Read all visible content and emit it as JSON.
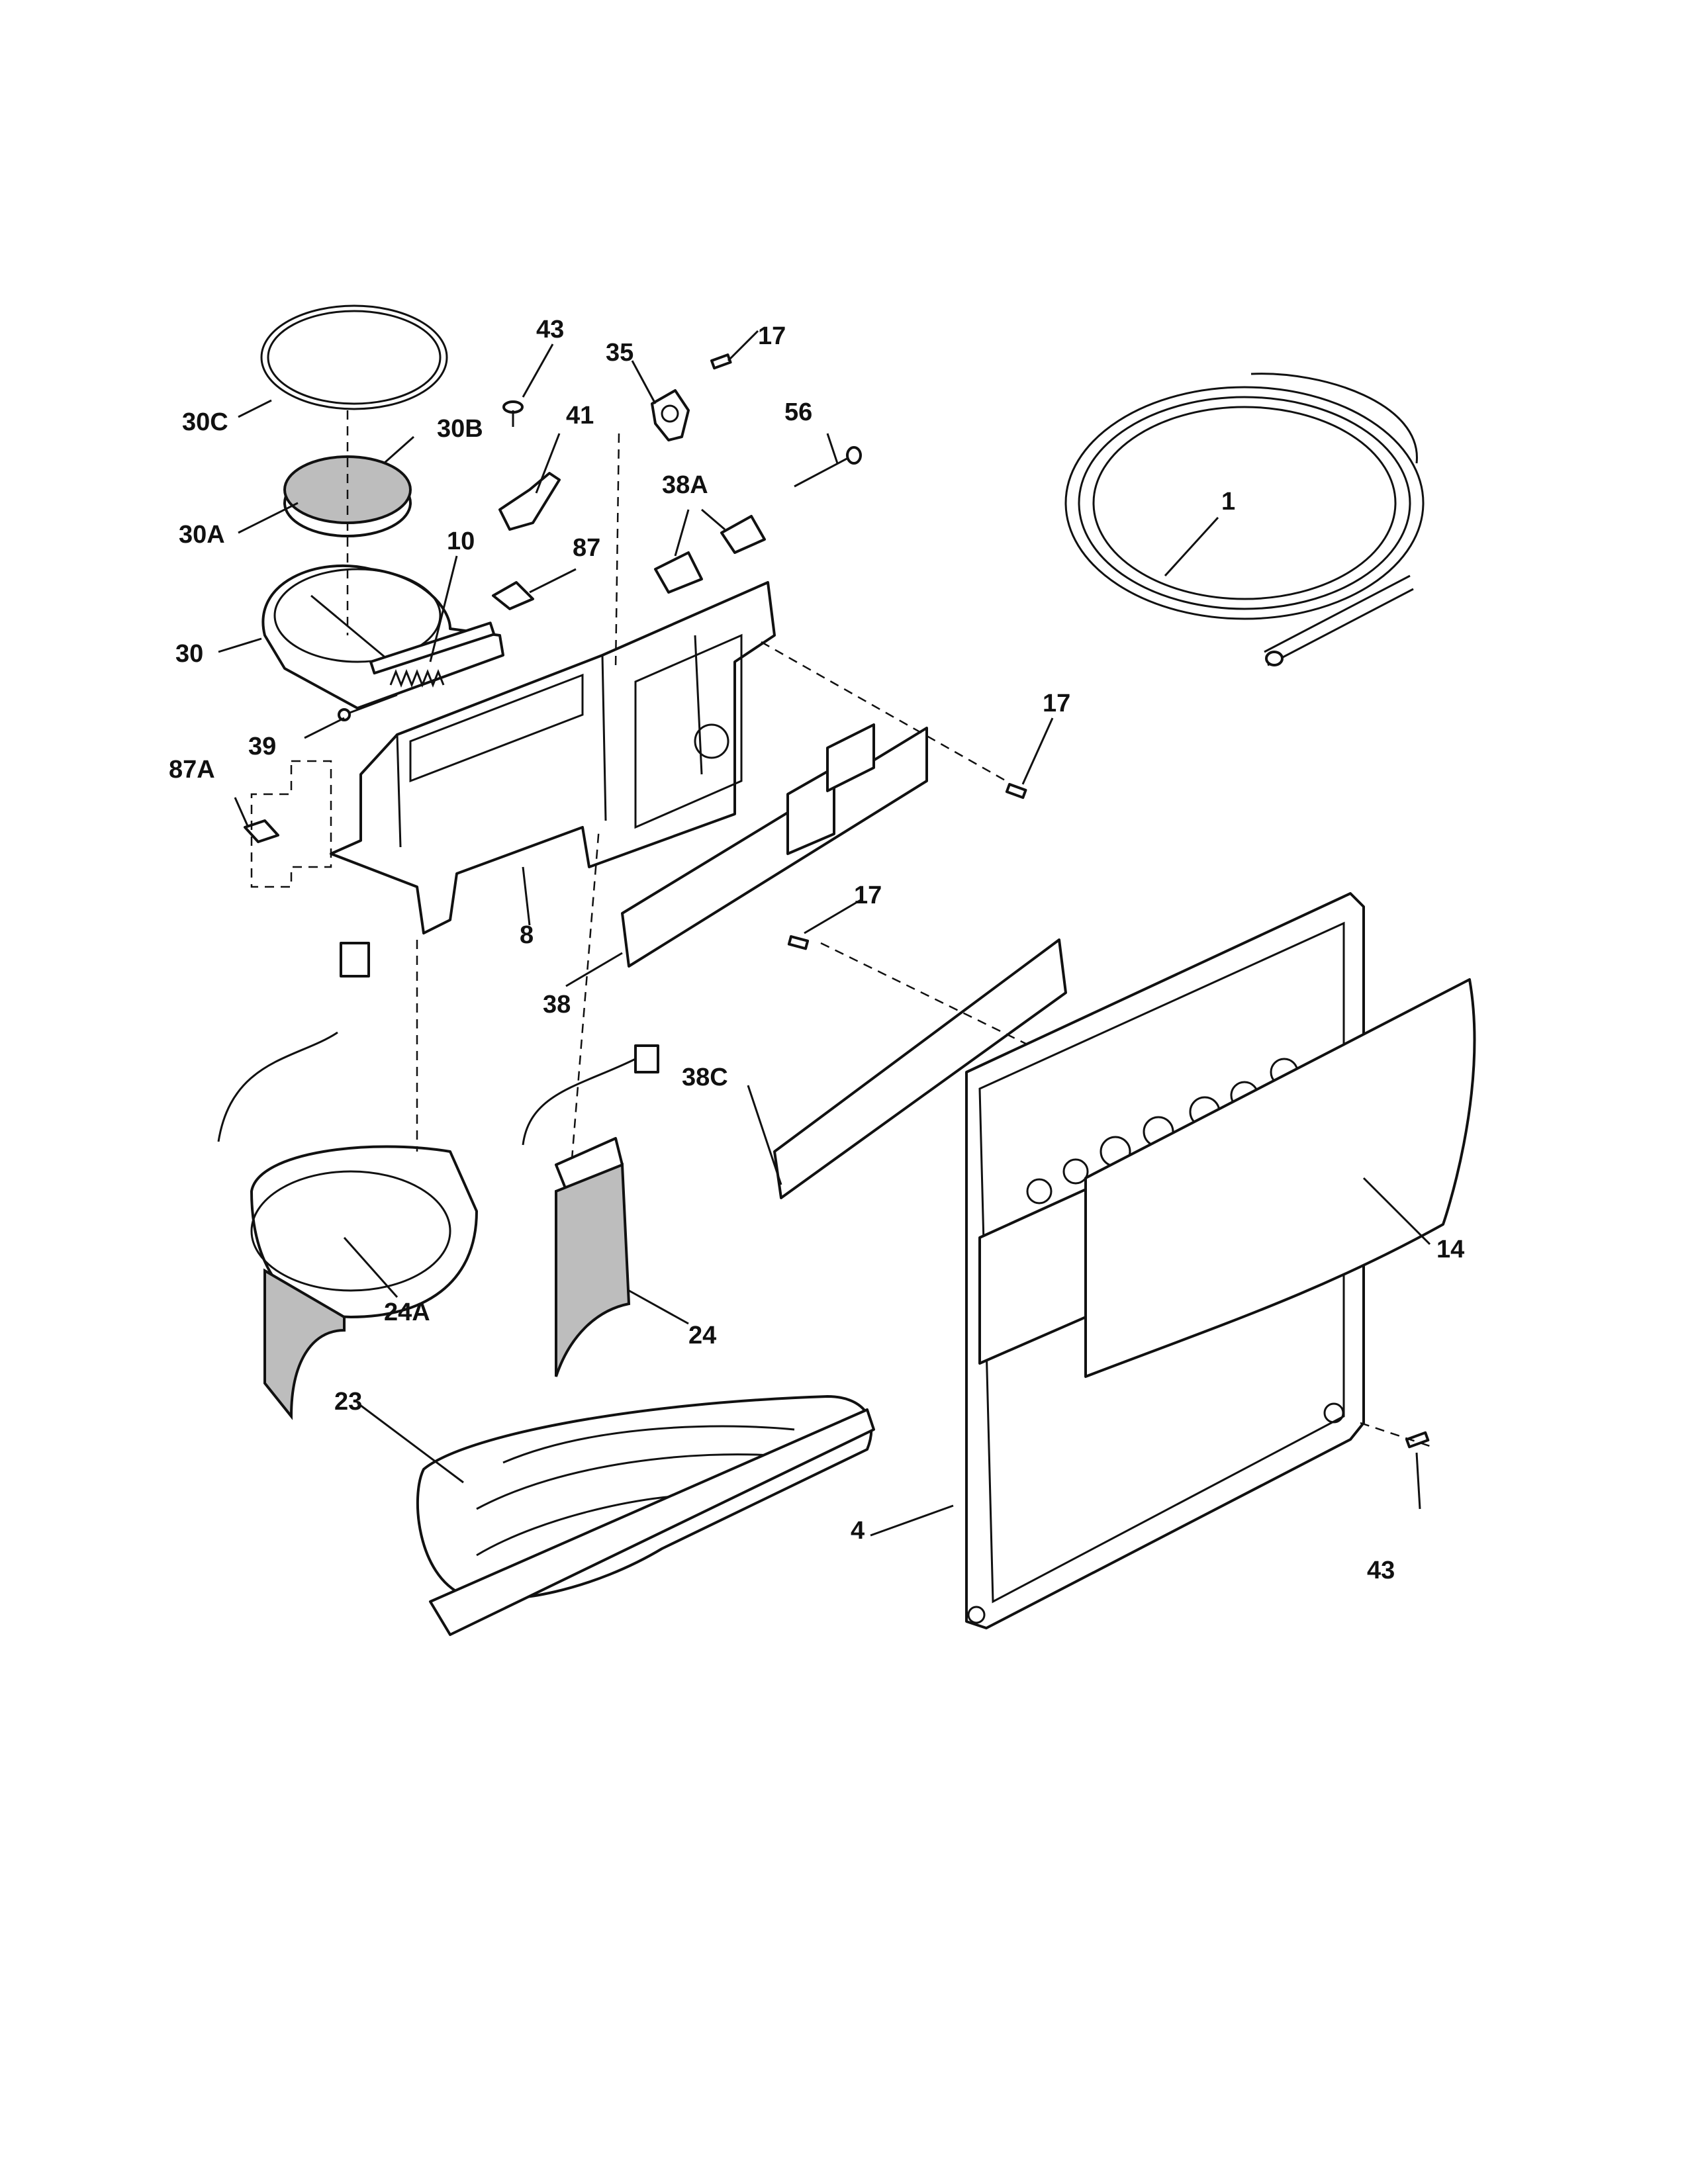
{
  "labels": {
    "l_1": "1",
    "l_4": "4",
    "l_8": "8",
    "l_10": "10",
    "l_14": "14",
    "l_17a": "17",
    "l_17b": "17",
    "l_17c": "17",
    "l_23": "23",
    "l_24": "24",
    "l_24A": "24A",
    "l_30": "30",
    "l_30A": "30A",
    "l_30B": "30B",
    "l_30C": "30C",
    "l_35": "35",
    "l_38": "38",
    "l_38A": "38A",
    "l_38C": "38C",
    "l_39": "39",
    "l_41": "41",
    "l_43a": "43",
    "l_43b": "43",
    "l_56": "56",
    "l_87": "87",
    "l_87A": "87A"
  }
}
